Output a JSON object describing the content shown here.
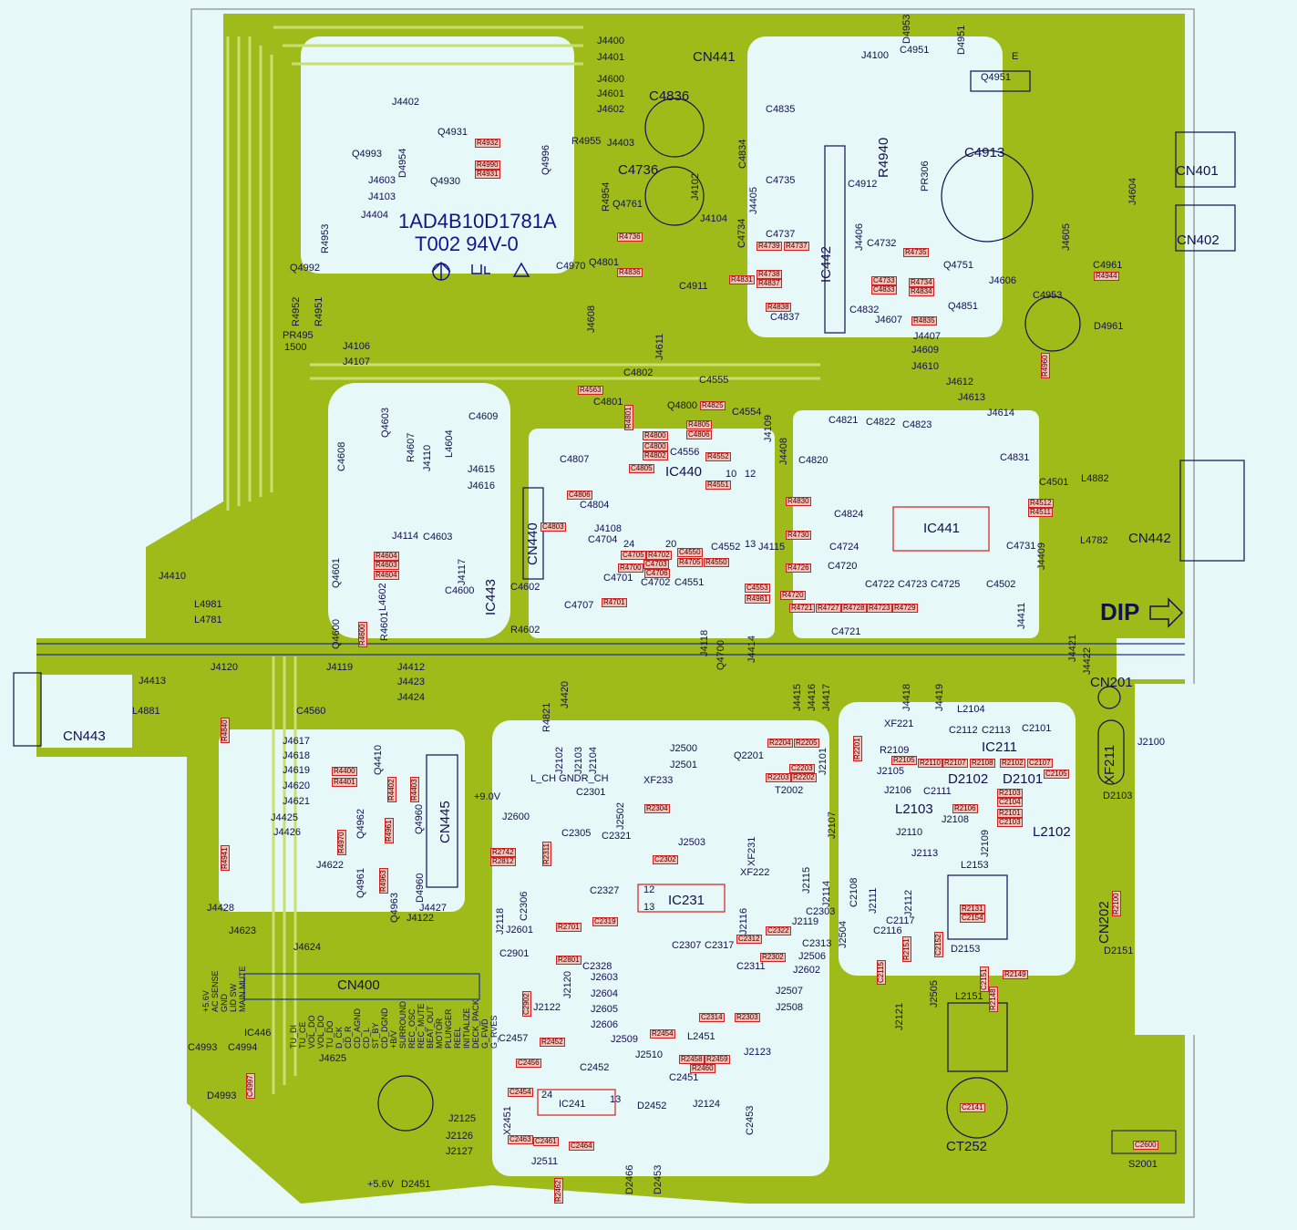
{
  "board": {
    "part_number": "1AD4B10D1781A",
    "rating": "T002 94V-0",
    "dip_label": "DIP",
    "colors": {
      "copper": "#9fbb1a",
      "substrate": "#e6f8f8",
      "silkscreen": "#101050",
      "resistor_box": "#d02020"
    }
  },
  "labels": [
    "J4400",
    "J4401",
    "J4600",
    "J4601",
    "J4602",
    "CN441",
    "C4836",
    "J4100",
    "C4951",
    "D4953",
    "D4951",
    "E",
    "Q4951",
    "J4402",
    "Q4931",
    "D4954",
    "Q4930",
    "Q4993",
    "Q4996",
    "R4955",
    "J4403",
    "C4835",
    "C4834",
    "R4940",
    "PR306",
    "C4913",
    "CN401",
    "J4604",
    "J4603",
    "J4103",
    "J4404",
    "R4953",
    "C4736",
    "R4954",
    "J4102",
    "J4405",
    "C4735",
    "C4912",
    "Q4761",
    "J4104",
    "C4734",
    "J4406",
    "J4605",
    "CN402",
    "IC442",
    "C4737",
    "C4732",
    "Q4992",
    "R4952",
    "R4951",
    "C4970",
    "Q4801",
    "C4911",
    "Q4751",
    "J4606",
    "C4961",
    "C4953",
    "C4832",
    "C4837",
    "J4607",
    "Q4851",
    "D4961",
    "PR495",
    "1500",
    "J4106",
    "J4107",
    "J4608",
    "J4611",
    "J4407",
    "J4609",
    "J4610",
    "J4612",
    "J4613",
    "J4614",
    "C4802",
    "C4555",
    "C4801",
    "Q4800",
    "C4554",
    "J4109",
    "J4408",
    "C4821",
    "C4822",
    "C4823",
    "C4831",
    "C4501",
    "C4609",
    "R4607",
    "L4604",
    "Q4603",
    "C4608",
    "J4110",
    "C4556",
    "IC440",
    "10",
    "12",
    "C4807",
    "J4615",
    "J4616",
    "C4804",
    "J4108",
    "C4704",
    "C4820",
    "C4824",
    "IC441",
    "L4882",
    "CN442",
    "CN440",
    "C4603",
    "J4114",
    "J4117",
    "IC443",
    "C4600",
    "Q4601",
    "L4602",
    "R4601",
    "C4602",
    "R4602",
    "Q4600",
    "24",
    "20",
    "C4552",
    "13",
    "J4115",
    "C4731",
    "J4409",
    "L4782",
    "C4724",
    "C4720",
    "C4701",
    "C4702",
    "C4551",
    "C4707",
    "C4722",
    "C4723",
    "C4725",
    "C4502",
    "J4411",
    "C4721",
    "J4118",
    "Q4700",
    "J4414",
    "J4421",
    "J4422",
    "J4410",
    "L4981",
    "L4781",
    "J4120",
    "J4413",
    "L4881",
    "CN443",
    "J4119",
    "J4412",
    "J4423",
    "J4424",
    "C4560",
    "J4420",
    "R4821",
    "J4415",
    "J4416",
    "J4417",
    "J4418",
    "J4419",
    "CN201",
    "L2104",
    "XF221",
    "C2112",
    "C2113",
    "C2101",
    "J2100",
    "XF211",
    "IC211",
    "R2109",
    "J2105",
    "D2102",
    "D2101",
    "J2106",
    "C2111",
    "L2103",
    "J2108",
    "J2109",
    "L2102",
    "D2103",
    "J4617",
    "J4618",
    "J4619",
    "J4620",
    "J4621",
    "J4425",
    "J4426",
    "Q4410",
    "CN445",
    "Q4962",
    "Q4960",
    "J4622",
    "Q4961",
    "D4960",
    "Q4963",
    "J4427",
    "J4122",
    "J4428",
    "J4623",
    "J4624",
    "CN400",
    "+9.0V",
    "L_CH GNDR_CH",
    "J2102",
    "J2103",
    "J2104",
    "J2500",
    "J2501",
    "XF233",
    "J2502",
    "C2301",
    "J2600",
    "C2305",
    "C2321",
    "C2306",
    "J2503",
    "IC231",
    "12",
    "13",
    "C2327",
    "J2118",
    "J2601",
    "C2328",
    "C2901",
    "J2120",
    "J2603",
    "J2604",
    "J2605",
    "J2606",
    "J2509",
    "C2307",
    "C2317",
    "C2311",
    "J2507",
    "J2508",
    "J2122",
    "C2457",
    "C2452",
    "J2510",
    "C2451",
    "L2451",
    "J2123",
    "C2453",
    "X2451",
    "IC241",
    "24",
    "13",
    "J2511",
    "D2452",
    "J2124",
    "D2466",
    "D2453",
    "J2125",
    "J2126",
    "J2127",
    "+5.6V",
    "D2451",
    "C4993",
    "C4994",
    "IC446",
    "D4993",
    "J4625",
    "Q2201",
    "J2101",
    "T2002",
    "J2107",
    "XF231",
    "XF222",
    "J2115",
    "J2114",
    "J2116",
    "C2303",
    "J2119",
    "C2313",
    "J2506",
    "J2602",
    "C2108",
    "J2111",
    "J2112",
    "J2113",
    "J2110",
    "J2504",
    "L2153",
    "C2117",
    "C2116",
    "J2505",
    "D2153",
    "J2121",
    "L2151",
    "CN202",
    "D2151",
    "CT252",
    "S2001"
  ],
  "resistor_labels": [
    "R4932",
    "R4990",
    "R4931",
    "R4736",
    "R4836",
    "R4739",
    "R4737",
    "R4735",
    "R4738",
    "R4837",
    "R4831",
    "C4733",
    "C4833",
    "R4734",
    "R4834",
    "R4838",
    "R4835",
    "R4944",
    "R4960",
    "R4563",
    "R4801",
    "R4825",
    "R4800",
    "C4800",
    "R4802",
    "R4805",
    "C4806",
    "R4552",
    "R4551",
    "C4805",
    "C4806",
    "R4830",
    "R4512",
    "R4511",
    "C4803",
    "R4604",
    "R4603",
    "R4604",
    "R4600",
    "C4705",
    "R4702",
    "C4703",
    "R4700",
    "C4550",
    "R4705",
    "C4706",
    "R4550",
    "R4730",
    "R4726",
    "R4701",
    "C4553",
    "R4981",
    "R4720",
    "R4721",
    "R4727",
    "R4728",
    "R4723",
    "R4729",
    "R4840",
    "R2201",
    "R2105",
    "R2110",
    "R2107",
    "R2108",
    "R2102",
    "C2107",
    "C2105",
    "R2103",
    "C2104",
    "R2106",
    "R2101",
    "C2103",
    "R4400",
    "R4401",
    "R4402",
    "R4403",
    "R4970",
    "R4941",
    "R4961",
    "R4963",
    "R2304",
    "R2311",
    "R2742",
    "R2812",
    "C2302",
    "R2701",
    "C2319",
    "R2801",
    "C2902",
    "C2314",
    "R2303",
    "R2452",
    "C2456",
    "R2454",
    "R2458",
    "R2459",
    "R2460",
    "C2454",
    "C2463",
    "C2461",
    "C2464",
    "R2462",
    "C4997",
    "R2204",
    "R2205",
    "R2203",
    "R2202",
    "C2203",
    "C2312",
    "C2322",
    "R2302",
    "R2131",
    "C2154",
    "R2151",
    "C2152",
    "C2115",
    "R2149",
    "R2148",
    "C2151",
    "R2100",
    "C2141",
    "C2600"
  ],
  "cn400_pins": [
    "+5.6V",
    "AC SENSE",
    "GND",
    "LID SW",
    "MAIN MUTE",
    "TU_DI",
    "TU_CE",
    "VOL_DO",
    "VOL_DO",
    "TU_DO",
    "D_CK",
    "CD_R",
    "CD_AGND",
    "CD_L",
    "ST_BY",
    "CD_DGND",
    "+B/V",
    "SURROUND",
    "REC_OSC",
    "REC_MUTE",
    "BEAT_OUT",
    "MOTOR",
    "PLUNGER",
    "REEL",
    "INITIALIZE",
    "DECK_PACK",
    "G_FWD",
    "G_RVES"
  ]
}
